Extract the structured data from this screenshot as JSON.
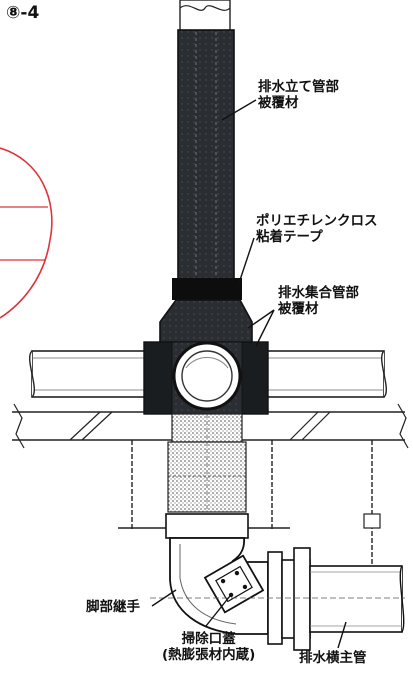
{
  "figure_number": "⑧-4",
  "labels": {
    "stack_covering": [
      "排水立て管部",
      "被覆材"
    ],
    "tape": [
      "ポリエチレンクロス",
      "粘着テープ"
    ],
    "joint_covering": [
      "排水集合管部",
      "被覆材"
    ],
    "foot_fitting": "脚部継手",
    "cleanout_cap": [
      "掃除口蓋",
      "(熱膨張材内蔵)"
    ],
    "main_pipe": "排水横主管"
  },
  "colors": {
    "ink": "#111111",
    "covering": "#2a2e33",
    "tape": "#0d0d0d",
    "red_annotation": "#e0333a",
    "dots": "#bbbbbb"
  }
}
